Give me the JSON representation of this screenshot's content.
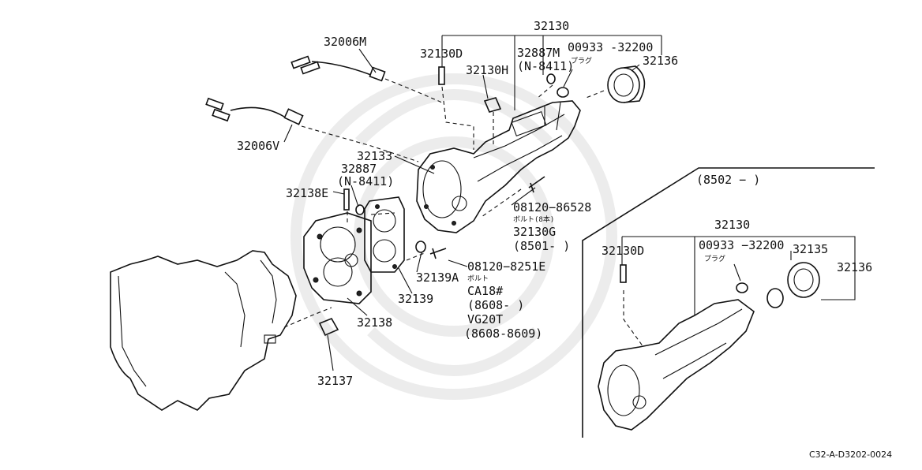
{
  "labels": {
    "p32130_top": "32130",
    "p32006M": "32006M",
    "p32130D": "32130D",
    "p32887M": "32887M",
    "p32887M_code": "(N-8411)",
    "p00933": "00933 -32200",
    "plug_kana": "プラグ",
    "p32136": "32136",
    "p32130H": "32130H",
    "p32006V": "32006V",
    "p32133": "32133",
    "p32887": "32887",
    "p32887_code": "(N-8411)",
    "p32138E": "32138E",
    "p08120_86528": "08120−86528",
    "bolt8_kana": "ボルト(8本)",
    "p32130G": "32130G",
    "p8501": "(8501-     )",
    "p08120_8251E": "08120−8251E",
    "bolt_kana": "ボルト",
    "p32139A": "32139A",
    "p32139": "32139",
    "ca18": "CA18#",
    "p8608": "(8608-        )",
    "vg20t": "VG20T",
    "p8608_8609": "(8608-8609)",
    "p32138": "32138",
    "p32137": "32137",
    "inset_date": "(8502 −       )",
    "inset_32130": "32130",
    "inset_32130D": "32130D",
    "inset_00933": "00933 −32200",
    "inset_plug_kana": "プラグ",
    "inset_32135": "32135",
    "inset_32136": "32136",
    "diagram_ref": "C32-A-D3202-0024"
  }
}
